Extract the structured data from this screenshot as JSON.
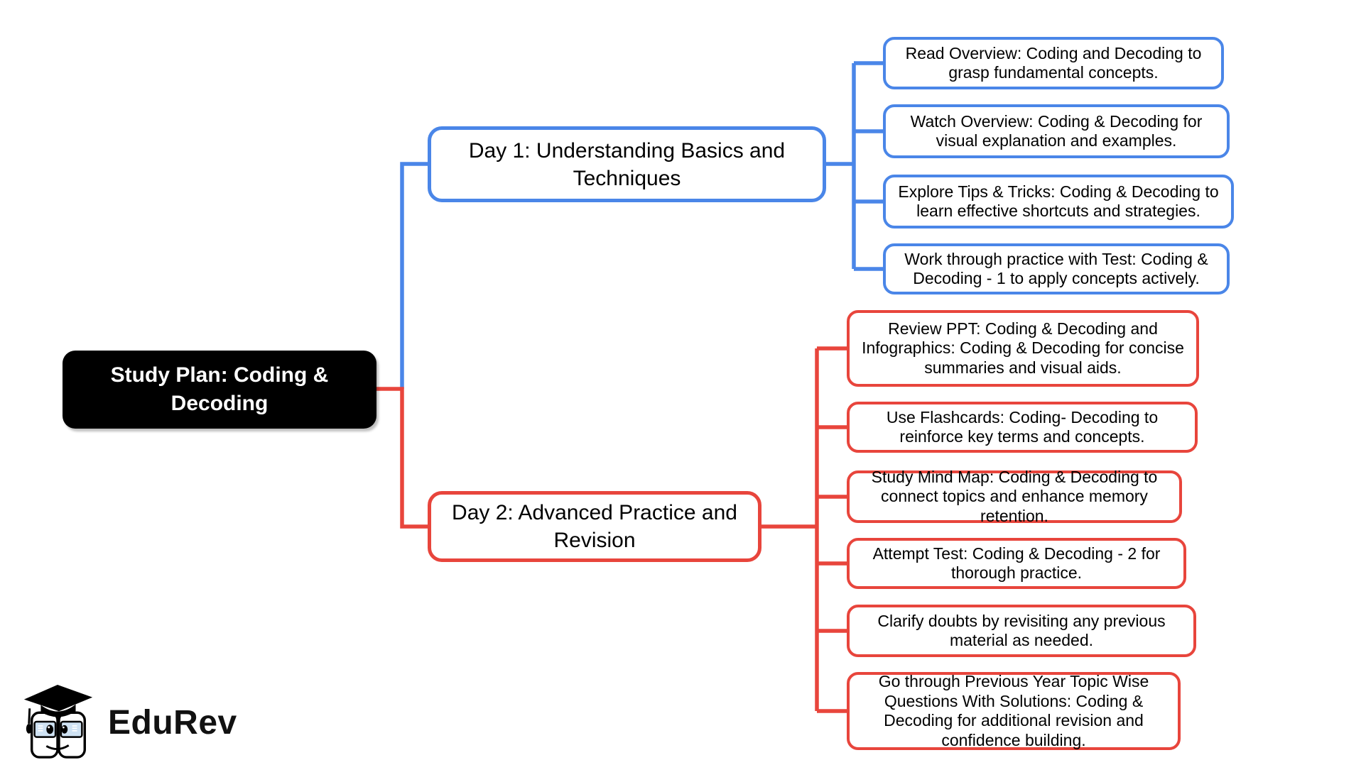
{
  "colors": {
    "blue": "#4a86e8",
    "red": "#e8453c",
    "root_bg": "#000000",
    "root_text": "#ffffff"
  },
  "root": {
    "label": "Study Plan: Coding & Decoding"
  },
  "branches": [
    {
      "label": "Day 1: Understanding Basics and Techniques",
      "items": [
        {
          "label": "Read Overview: Coding and Decoding to grasp fundamental concepts."
        },
        {
          "label": "Watch Overview: Coding & Decoding for visual explanation and examples."
        },
        {
          "label": "Explore Tips & Tricks: Coding & Decoding to learn effective shortcuts and strategies."
        },
        {
          "label": "Work through practice with Test: Coding & Decoding - 1 to apply concepts actively."
        }
      ]
    },
    {
      "label": "Day 2: Advanced Practice and Revision",
      "items": [
        {
          "label": "Review PPT: Coding & Decoding and Infographics: Coding & Decoding for concise summaries and visual aids."
        },
        {
          "label": "Use Flashcards: Coding- Decoding to reinforce key terms and concepts."
        },
        {
          "label": "Study Mind Map: Coding & Decoding to connect topics and enhance memory retention."
        },
        {
          "label": "Attempt Test: Coding & Decoding - 2 for thorough practice."
        },
        {
          "label": "Clarify doubts by revisiting any previous material as needed."
        },
        {
          "label": "Go through Previous Year Topic Wise Questions With Solutions: Coding & Decoding for additional revision and confidence building."
        }
      ]
    }
  ],
  "logo": {
    "text": "EduRev"
  }
}
